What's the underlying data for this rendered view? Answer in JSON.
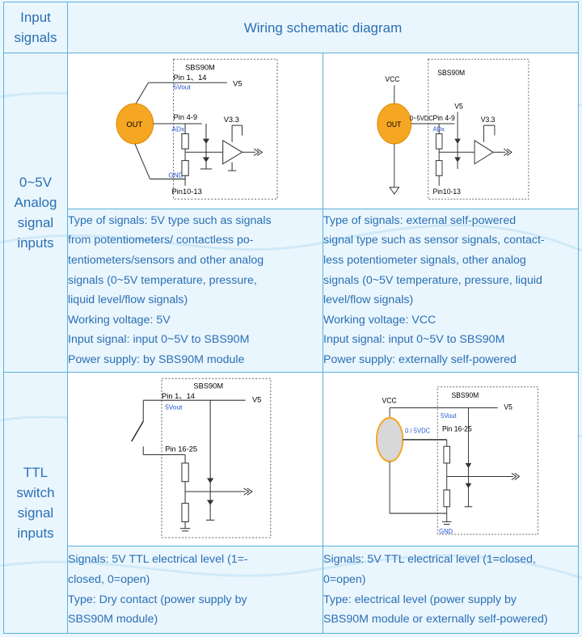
{
  "header": {
    "col1": [
      "Input",
      "signals"
    ],
    "col2": "Wiring schematic diagram"
  },
  "analog": {
    "label": [
      "0~5V",
      "Analog",
      "signal",
      "inputs"
    ],
    "left_desc": [
      "Type of signals: 5V type such as signals",
      "from potentiometers/ contactless po-",
      "tentiometers/sensors and other analog",
      "signals (0~5V temperature, pressure,",
      "liquid level/flow signals)",
      "Working voltage: 5V",
      "Input signal: input 0~5V to SBS90M",
      "Power supply: by SBS90M module"
    ],
    "right_desc": [
      "Type of signals: external self-powered",
      "signal type such as sensor signals, contact-",
      "less potentiometer signals, other analog",
      "signals (0~5V temperature, pressure, liquid",
      "level/flow signals)",
      "Working voltage: VCC",
      "Input signal: input 0~5V to SBS90M",
      "Power supply: externally self-powered"
    ],
    "left_diagram": {
      "module": "SBS90M",
      "pin_top": "Pin 1、14",
      "vout": "5Vout",
      "v5": "V5",
      "out": "OUT",
      "pin_mid": "Pin 4-9",
      "adx": "ADx",
      "v33": "V3.3",
      "gnd": "GND",
      "pin_bot": "Pin10-13"
    },
    "right_diagram": {
      "module": "SBS90M",
      "vcc": "VCC",
      "out": "OUT",
      "vdc": "0~5VDC",
      "pin_mid": "Pin 4-9",
      "adx": "ADx",
      "v5": "V5",
      "v33": "V3.3",
      "pin_bot": "Pin10-13"
    }
  },
  "ttl": {
    "label": [
      "TTL",
      "switch",
      "signal",
      "inputs"
    ],
    "left_desc": [
      "Signals: 5V TTL electrical level (1=-",
      "closed, 0=open)",
      "Type: Dry contact (power supply by",
      "SBS90M module)"
    ],
    "right_desc": [
      "Signals: 5V TTL electrical level (1=closed,",
      "0=open)",
      "Type: electrical level (power supply by",
      "SBS90M module or externally self-powered)"
    ],
    "left_diagram": {
      "module": "SBS90M",
      "pin_top": "Pin 1、14",
      "vout": "5Vout",
      "v5": "V5",
      "pin_mid": "Pin 16-25"
    },
    "right_diagram": {
      "module": "SBS90M",
      "vcc": "VCC",
      "vout": "5Vout",
      "v5": "V5",
      "vdc": "0 / 5VDC",
      "pin_mid": "Pin 16-25",
      "gnd": "GND"
    }
  },
  "colors": {
    "text_blue": "#2a6fb5",
    "border": "#5ab0dc",
    "sensor_orange": "#f5a623",
    "sensor_grey": "#d8d8d8",
    "pin_label_blue": "#2255cc"
  }
}
